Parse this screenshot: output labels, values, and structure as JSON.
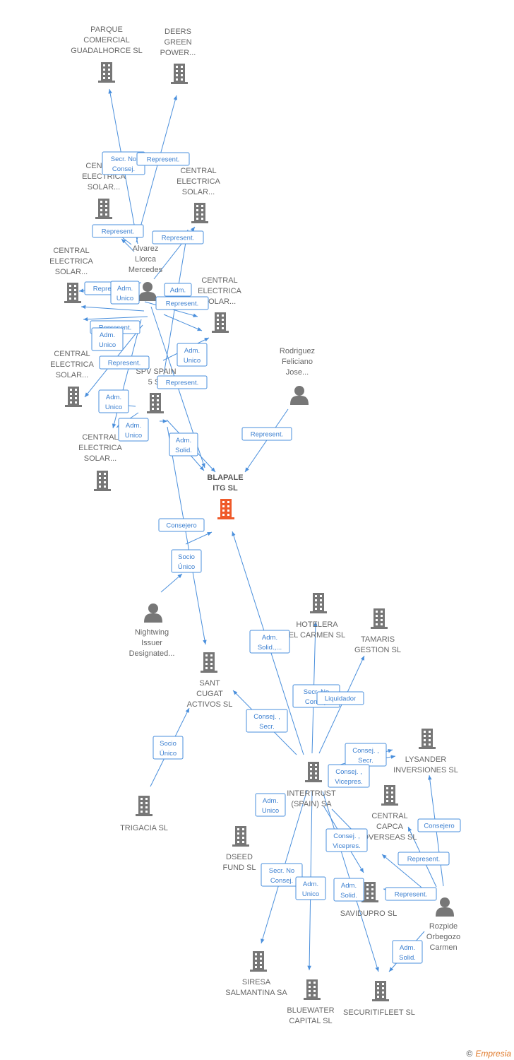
{
  "colors": {
    "edge": "#4a8fdc",
    "node": "#777777",
    "central_node": "#ef5a2a",
    "label": "#666666"
  },
  "nodes": [
    {
      "id": "parque",
      "type": "company",
      "label": [
        "PARQUE",
        "COMERCIAL",
        "GUADALHORCE SL"
      ]
    },
    {
      "id": "deers",
      "type": "company",
      "label": [
        "DEERS",
        "GREEN",
        "POWER..."
      ]
    },
    {
      "id": "ces1",
      "type": "company",
      "label": [
        "CENTRAL",
        "ELECTRICA",
        "SOLAR..."
      ]
    },
    {
      "id": "ces2",
      "type": "company",
      "label": [
        "CENTRAL",
        "ELECTRICA",
        "SOLAR..."
      ]
    },
    {
      "id": "alvarez",
      "type": "person",
      "label": [
        "Alvarez",
        "Llorca",
        "Mercedes"
      ]
    },
    {
      "id": "ces3",
      "type": "company",
      "label": [
        "CENTRAL",
        "ELECTRICA",
        "SOLAR..."
      ]
    },
    {
      "id": "ces4",
      "type": "company",
      "label": [
        "CENTRAL",
        "ELECTRICA",
        "SOLAR..."
      ]
    },
    {
      "id": "ces5",
      "type": "company",
      "label": [
        "CENTRAL",
        "ELECTRICA",
        "SOLAR..."
      ]
    },
    {
      "id": "rodriguez",
      "type": "person",
      "label": [
        "Rodriguez",
        "Feliciano",
        "Jose..."
      ]
    },
    {
      "id": "spv",
      "type": "company",
      "label": [
        "SPV SPAIN",
        "5 SL"
      ]
    },
    {
      "id": "ces6",
      "type": "company",
      "label": [
        "CENTRAL",
        "ELECTRICA",
        "SOLAR..."
      ]
    },
    {
      "id": "blapale",
      "type": "company",
      "central": true,
      "label": [
        "BLAPALE",
        "ITG SL"
      ]
    },
    {
      "id": "nightwing",
      "type": "person",
      "label": [
        "Nightwing",
        "Issuer",
        "Designated..."
      ]
    },
    {
      "id": "santcugat",
      "type": "company",
      "label": [
        "SANT",
        "CUGAT",
        "ACTIVOS SL"
      ]
    },
    {
      "id": "hotelera",
      "type": "company",
      "label": [
        "HOTELERA",
        "EL CARMEN SL"
      ]
    },
    {
      "id": "tamaris",
      "type": "company",
      "label": [
        "TAMARIS",
        "GESTION SL"
      ]
    },
    {
      "id": "lysander",
      "type": "company",
      "label": [
        "LYSANDER",
        "INVERSIONES SL"
      ]
    },
    {
      "id": "intertrust",
      "type": "company",
      "label": [
        "INTERTRUST",
        "(SPAIN) SA"
      ]
    },
    {
      "id": "capca",
      "type": "company",
      "label": [
        "CENTRAL",
        "CAPCA",
        "OVERSEAS SL"
      ]
    },
    {
      "id": "trigacia",
      "type": "company",
      "label": [
        "TRIGACIA SL"
      ]
    },
    {
      "id": "dseed",
      "type": "company",
      "label": [
        "DSEED",
        "FUND SL"
      ]
    },
    {
      "id": "savidupro",
      "type": "company",
      "label": [
        "SAVIDUPRO SL"
      ]
    },
    {
      "id": "rozpide",
      "type": "person",
      "label": [
        "Rozpide",
        "Orbegozo",
        "Carmen"
      ]
    },
    {
      "id": "siresa",
      "type": "company",
      "label": [
        "SIRESA",
        "SALMANTINA SA"
      ]
    },
    {
      "id": "bluewater",
      "type": "company",
      "label": [
        "BLUEWATER",
        "CAPITAL SL"
      ]
    },
    {
      "id": "securitifleet",
      "type": "company",
      "label": [
        "SECURITIFLEET SL"
      ]
    }
  ],
  "relations": [
    [
      "Secr. No",
      "Consej."
    ],
    [
      "Represent."
    ],
    [
      "Represent."
    ],
    [
      "Represent."
    ],
    [
      "Represent."
    ],
    [
      "Adm.",
      "Unico"
    ],
    [
      "Adm."
    ],
    [
      "Represent."
    ],
    [
      "Represent."
    ],
    [
      "Adm.",
      "Unico"
    ],
    [
      "Represent."
    ],
    [
      "Adm.",
      "Unico"
    ],
    [
      "Represent."
    ],
    [
      "Adm.",
      "Unico"
    ],
    [
      "Adm.",
      "Unico"
    ],
    [
      "Adm.",
      "Solid."
    ],
    [
      "Represent."
    ],
    [
      "Consejero"
    ],
    [
      "Socio",
      "Único"
    ],
    [
      "Adm.",
      "Solid.,..."
    ],
    [
      "Secr. No",
      "Consej."
    ],
    [
      "Liquidador"
    ],
    [
      "Consej. ,",
      "Secr."
    ],
    [
      "Consej. ,",
      "Secr."
    ],
    [
      "Consej. ,",
      "Vicepres."
    ],
    [
      "Socio",
      "Único"
    ],
    [
      "Adm.",
      "Unico"
    ],
    [
      "Consejero"
    ],
    [
      "Consej. ,",
      "Vicepres."
    ],
    [
      "Represent."
    ],
    [
      "Secr. No",
      "Consej."
    ],
    [
      "Adm.",
      "Unico"
    ],
    [
      "Adm.",
      "Solid."
    ],
    [
      "Represent."
    ],
    [
      "Adm.",
      "Solid."
    ]
  ],
  "footer": {
    "copyright": "©",
    "brand": "Empresia"
  }
}
